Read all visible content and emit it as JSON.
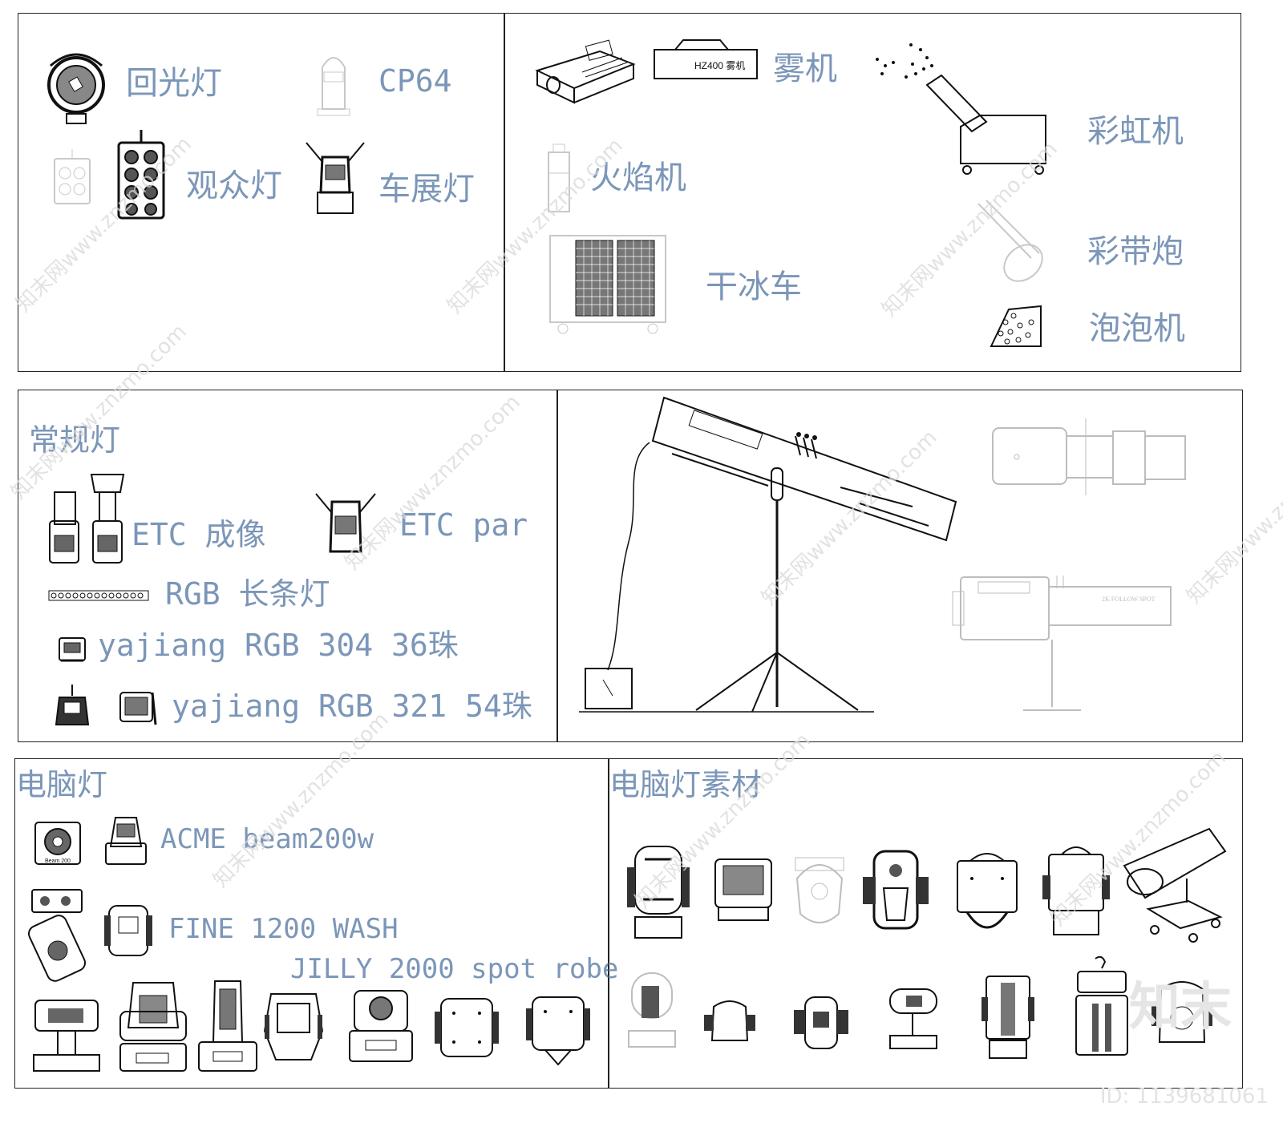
{
  "panels": {
    "p1": {
      "items": [
        "回光灯",
        "CP64",
        "观众灯",
        "车展灯"
      ]
    },
    "p2": {
      "items": [
        "雾机",
        "彩虹机",
        "火焰机",
        "干冰车",
        "彩带炮",
        "泡泡机"
      ],
      "fog_machine_marking": "HZ400 雾机"
    },
    "p3": {
      "heading": "常规灯",
      "items": [
        "ETC 成像",
        "ETC par",
        "RGB 长条灯",
        "yajiang RGB 304 36珠",
        "yajiang RGB 321 54珠"
      ]
    },
    "p4": {
      "followspot_marking": "2K FOLLOW SPOT"
    },
    "p5": {
      "heading": "电脑灯",
      "items": [
        "ACME beam200w",
        "FINE 1200 WASH",
        "JILLY 2000 spot robe"
      ],
      "acme_marking": "Beam 200"
    },
    "p6": {
      "heading": "电脑灯素材"
    }
  },
  "watermark": {
    "text": "知末网www.znzmo.com",
    "brand": "知末",
    "id_text": "ID: 1139681061"
  },
  "colors": {
    "label": "#7b96b8",
    "line": "#222222",
    "faint": "#bdbdbd",
    "watermark": "#d9d9d9"
  }
}
